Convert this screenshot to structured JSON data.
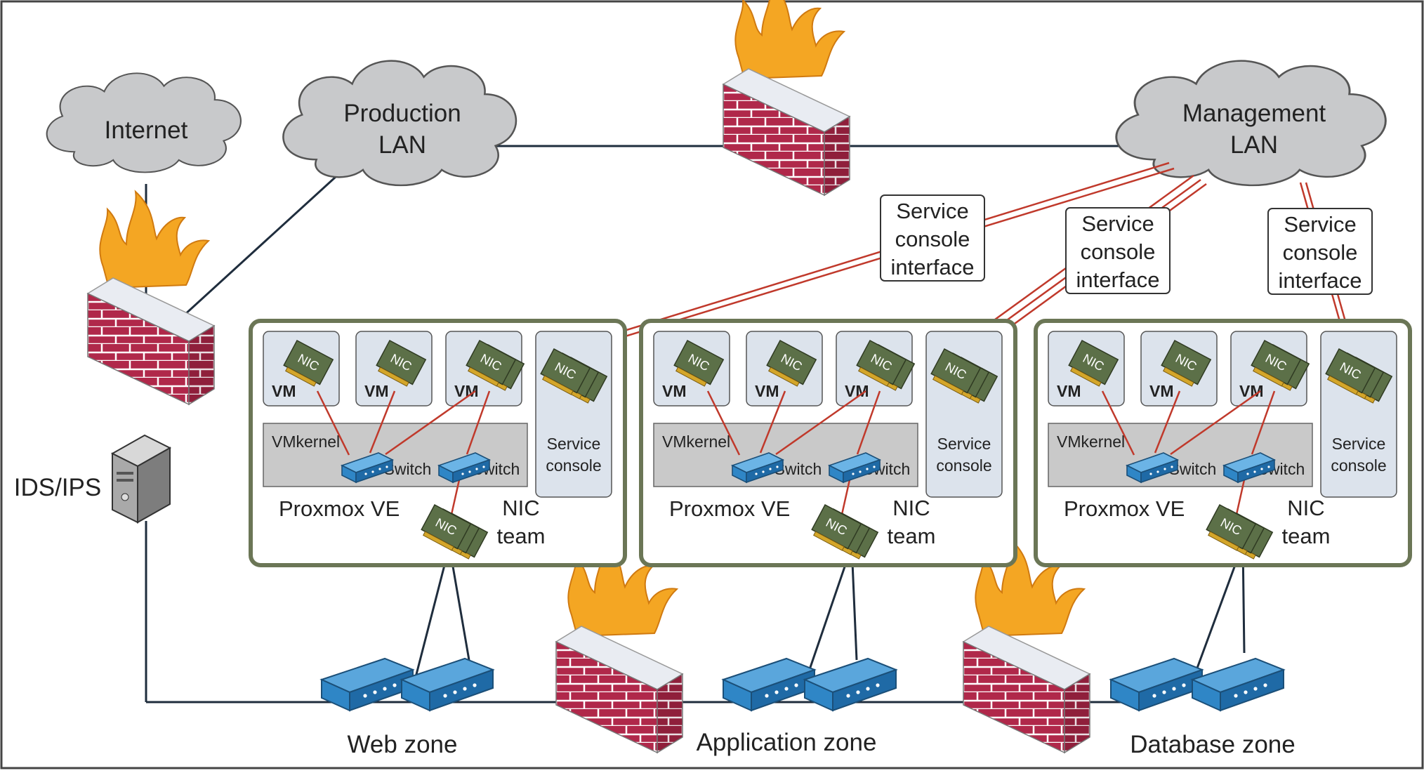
{
  "colors": {
    "cloud": "#c8c9cb",
    "host_border": "#6b7656",
    "panel": "#dce3ec",
    "vmkernel_band": "#c9c9c9",
    "brick": "#b0284a",
    "flame": "#f4a623",
    "switch": "#2f86c6",
    "nic": "#5c7048",
    "link_red": "#c0392b",
    "link_dark": "#1f2d3d"
  },
  "clouds": {
    "internet": "Internet",
    "production_line1": "Production",
    "production_line2": "LAN",
    "management_line1": "Management",
    "management_line2": "LAN"
  },
  "ids_label": "IDS/IPS",
  "service_console_interface": {
    "line1": "Service",
    "line2": "console",
    "line3": "interface"
  },
  "host": {
    "platform": "Proxmox VE",
    "vmkernel": "VMkernel",
    "vswitch": "vSwitch",
    "vm": "VM",
    "nic": "NIC",
    "service_console_line1": "Service",
    "service_console_line2": "console",
    "nic_team_line1": "NIC",
    "nic_team_line2": "team"
  },
  "zones": {
    "web": "Web zone",
    "application": "Application zone",
    "database": "Database zone"
  }
}
